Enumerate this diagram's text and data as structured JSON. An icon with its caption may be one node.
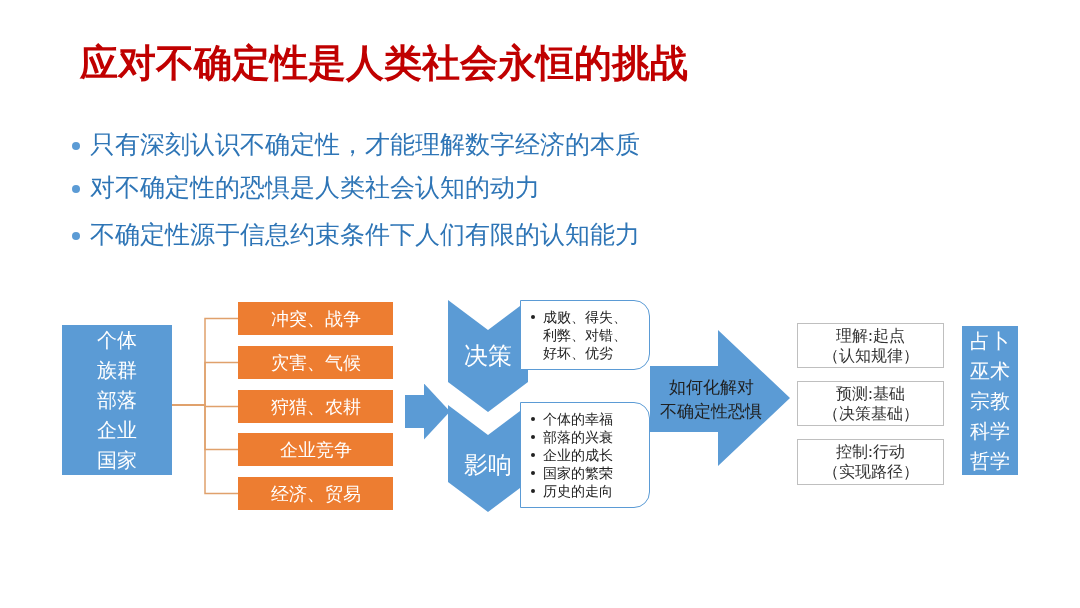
{
  "diagram": {
    "title": "应对不确定性是人类社会永恒的挑战",
    "nodes": [
      {
        "text": [
          "个体",
          "族群",
          "部落",
          "企业",
          "国家"
        ]
      },
      {
        "text": [
          "冲突、战争"
        ]
      },
      {
        "text": [
          "灾害、气候"
        ]
      },
      {
        "text": [
          "狩猎、农耕"
        ]
      },
      {
        "text": [
          "企业竞争"
        ]
      },
      {
        "text": [
          "经济、贸易"
        ]
      },
      {
        "text": [
          "决策"
        ]
      },
      {
        "text": [
          "成败、得失、利弊、对错、好坏、优劣"
        ]
      },
      {
        "text": [
          "影响"
        ]
      },
      {
        "text": [
          "个体的幸福",
          "部落的兴衰",
          "企业的成长",
          "国家的繁荣",
          "历史的走向"
        ]
      },
      {
        "text": [
          "如何化解对不确定性恐惧"
        ]
      },
      {
        "text": [
          "理解:起点",
          "（认知规律）"
        ]
      },
      {
        "text": [
          "预测:基础",
          "（决策基础）"
        ]
      },
      {
        "text": [
          "控制:行动",
          "（实现路径）"
        ]
      },
      {
        "text": [
          "占卜",
          "巫术",
          "宗教",
          "科学",
          "哲学"
        ]
      }
    ],
    "edges": [
      {
        "from": 0,
        "to": 1,
        "arrow": "none"
      },
      {
        "from": 0,
        "to": 2,
        "arrow": "none"
      },
      {
        "from": 0,
        "to": 3,
        "arrow": "none"
      },
      {
        "from": 0,
        "to": 4,
        "arrow": "none"
      },
      {
        "from": 0,
        "to": 5,
        "arrow": "none"
      },
      {
        "from": 3,
        "to": 8,
        "arrow": "to",
        "style": "thick",
        "color": "#5b9bd5"
      }
    ],
    "labels": [
      "只有深刻认识不确定性，才能理解数字经济的本质",
      "对不确定性的恐惧是人类社会认知的动力",
      "不确定性源于信息约束条件下人们有限的认知能力"
    ]
  }
}
